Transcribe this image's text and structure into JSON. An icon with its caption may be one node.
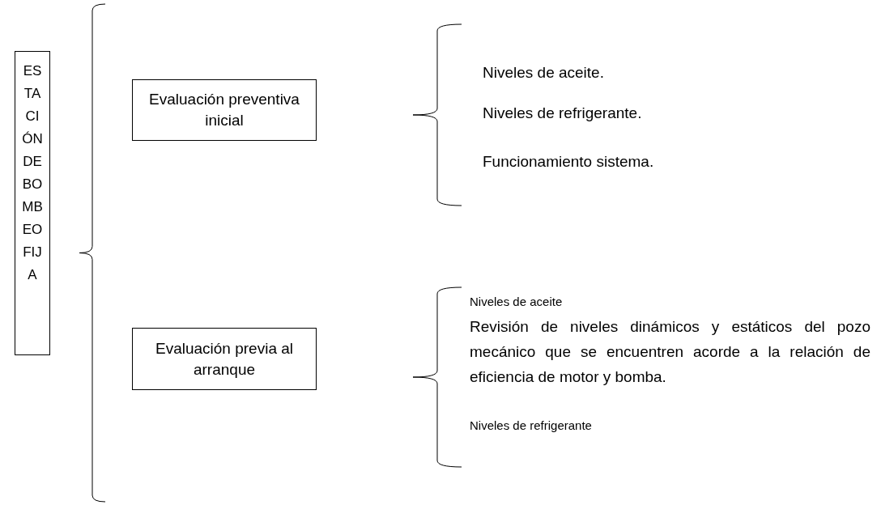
{
  "diagram": {
    "nodes": [
      {
        "text": [
          "ESTACIÓN DE BOMBEO FIJA"
        ]
      },
      {
        "text": [
          "Evaluación preventiva inicial"
        ]
      },
      {
        "text": [
          "Evaluación previa al arranque"
        ]
      }
    ],
    "labels": [
      "Niveles de aceite.",
      "Niveles de refrigerante.",
      "Funcionamiento sistema.",
      "Niveles de aceite",
      "Revisión de niveles dinámicos y estáticos del pozo mecánico que se encuentren acorde a la relación de eficiencia de motor y bomba.",
      "Niveles de refrigerante"
    ]
  }
}
